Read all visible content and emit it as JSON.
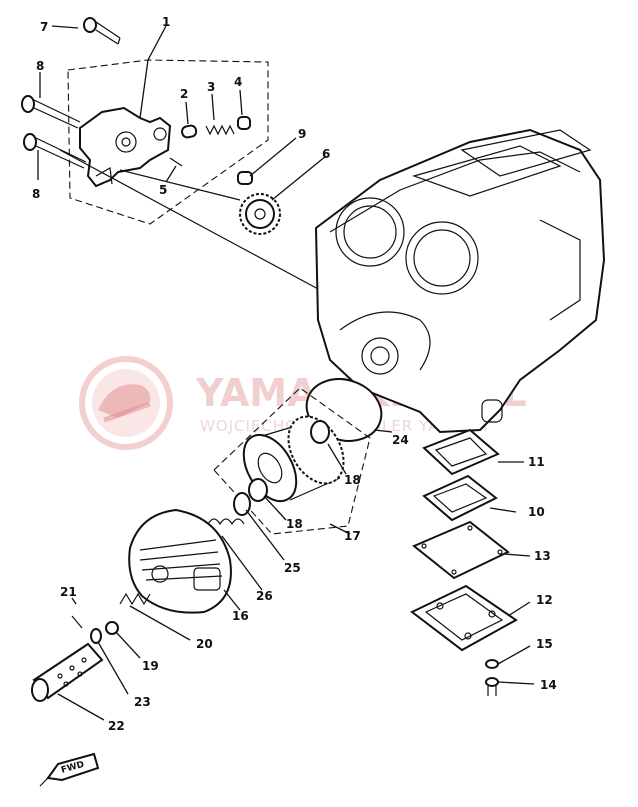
{
  "parts": [
    {
      "id": "1",
      "label": "1"
    },
    {
      "id": "2",
      "label": "2"
    },
    {
      "id": "3",
      "label": "3"
    },
    {
      "id": "4",
      "label": "4"
    },
    {
      "id": "5",
      "label": "5"
    },
    {
      "id": "6",
      "label": "6"
    },
    {
      "id": "7",
      "label": "7"
    },
    {
      "id": "8a",
      "label": "8"
    },
    {
      "id": "8b",
      "label": "8"
    },
    {
      "id": "9",
      "label": "9"
    },
    {
      "id": "10",
      "label": "10"
    },
    {
      "id": "11",
      "label": "11"
    },
    {
      "id": "12",
      "label": "12"
    },
    {
      "id": "13",
      "label": "13"
    },
    {
      "id": "14",
      "label": "14"
    },
    {
      "id": "15",
      "label": "15"
    },
    {
      "id": "16",
      "label": "16"
    },
    {
      "id": "17",
      "label": "17"
    },
    {
      "id": "18a",
      "label": "18"
    },
    {
      "id": "18b",
      "label": "18"
    },
    {
      "id": "19",
      "label": "19"
    },
    {
      "id": "20",
      "label": "20"
    },
    {
      "id": "21",
      "label": "21"
    },
    {
      "id": "22",
      "label": "22"
    },
    {
      "id": "23",
      "label": "23"
    },
    {
      "id": "24",
      "label": "24"
    },
    {
      "id": "25",
      "label": "25"
    },
    {
      "id": "26",
      "label": "26"
    }
  ],
  "fwd_label": "FWD",
  "watermark": {
    "title": "YAMA-SKLEP.PL",
    "subtitle": "WOJCIECHOWICZ DEALER YAMAHA",
    "color": "#e05050"
  }
}
